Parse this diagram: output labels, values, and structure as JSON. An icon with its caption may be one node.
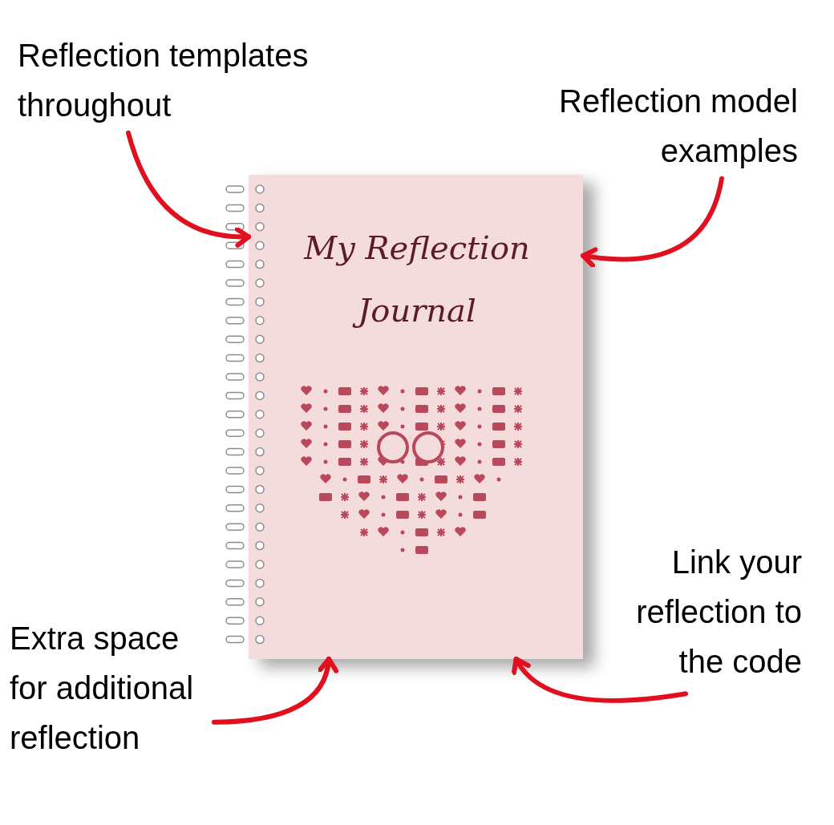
{
  "diagram": {
    "nodes": [
      {
        "text": [
          "Reflection templates throughout"
        ]
      },
      {
        "text": [
          "Reflection model examples"
        ]
      },
      {
        "text": [
          "My Reflection Journal"
        ]
      },
      {
        "text": [
          "Extra space for additional reflection"
        ]
      },
      {
        "text": [
          "Link your reflection to the code"
        ]
      }
    ],
    "edges": [
      {
        "from": 0,
        "to": 2,
        "arrow": "to"
      },
      {
        "from": 1,
        "to": 2,
        "arrow": "to"
      },
      {
        "from": 3,
        "to": 2,
        "arrow": "to"
      },
      {
        "from": 4,
        "to": 2,
        "arrow": "to"
      }
    ]
  }
}
